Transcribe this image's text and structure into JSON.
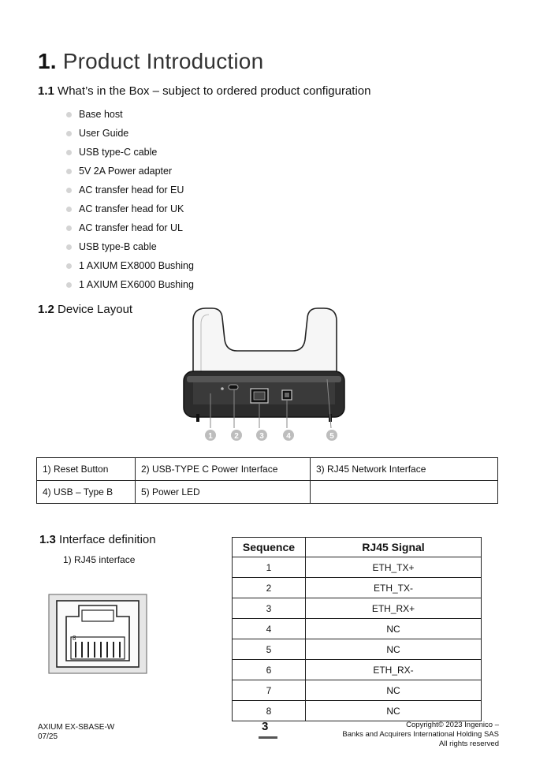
{
  "section1": {
    "num": "1.",
    "title": "Product Introduction"
  },
  "section1_1": {
    "num": "1.1",
    "title": "What’s in the Box – subject to ordered product configuration"
  },
  "box_items": [
    "Base host",
    "User Guide",
    "USB type-C cable",
    "5V 2A Power adapter",
    "AC transfer head for EU",
    "AC transfer head for UK",
    "AC transfer head for UL",
    "USB type-B cable",
    "1 AXIUM EX8000 Bushing",
    "1 AXIUM EX6000 Bushing"
  ],
  "section1_2": {
    "num": "1.2",
    "title": "Device Layout"
  },
  "callouts": [
    "1",
    "2",
    "3",
    "4",
    "5"
  ],
  "layout_table": [
    [
      "1) Reset Button",
      "2) USB-TYPE C Power Interface",
      "3) RJ45 Network Interface"
    ],
    [
      "4) USB – Type B",
      "5) Power LED",
      ""
    ]
  ],
  "section1_3": {
    "num": "1.3",
    "title": "Interface definition",
    "sub": "1) RJ45 interface"
  },
  "rj45_pin_label": "8",
  "signal_table": {
    "headers": [
      "Sequence",
      "RJ45 Signal"
    ],
    "rows": [
      [
        "1",
        "ETH_TX+"
      ],
      [
        "2",
        "ETH_TX-"
      ],
      [
        "3",
        "ETH_RX+"
      ],
      [
        "4",
        "NC"
      ],
      [
        "5",
        "NC"
      ],
      [
        "6",
        "ETH_RX-"
      ],
      [
        "7",
        "NC"
      ],
      [
        "8",
        "NC"
      ]
    ]
  },
  "footer": {
    "left_line1": "AXIUM EX-SBASE-W",
    "left_line2": "07/25",
    "page": "3",
    "right_line1": "Copyright© 2023 Ingenico –",
    "right_line2": "Banks and Acquirers International Holding SAS",
    "right_line3": "All rights reserved"
  }
}
